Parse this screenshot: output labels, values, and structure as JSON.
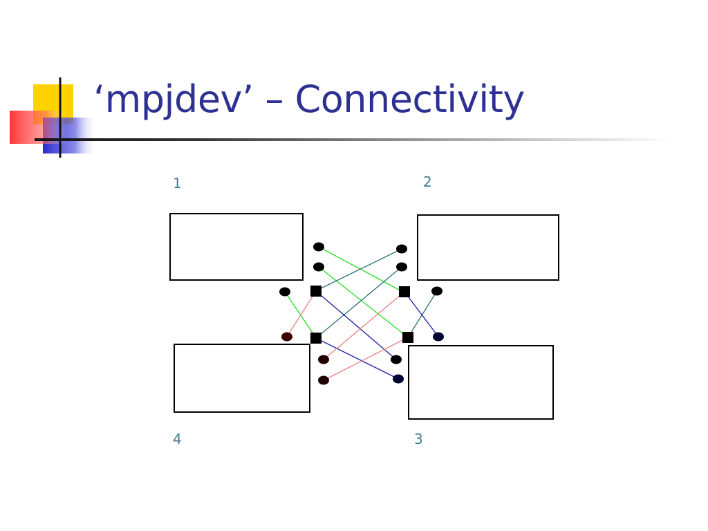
{
  "slide": {
    "title": "‘mpjdev’ – Connectivity"
  },
  "diagram": {
    "node_labels": [
      "1",
      "2",
      "3",
      "4"
    ],
    "link_colors": {
      "green": "#22dd22",
      "teal": "#2f6f73",
      "blue": "#1a1aa6",
      "red": "#f08080"
    },
    "accent_colors": {
      "title": "#2e3192",
      "deco_yellow": "#ffd200",
      "deco_red": "#ff2a2a",
      "deco_blue": "#2a2acc"
    }
  }
}
